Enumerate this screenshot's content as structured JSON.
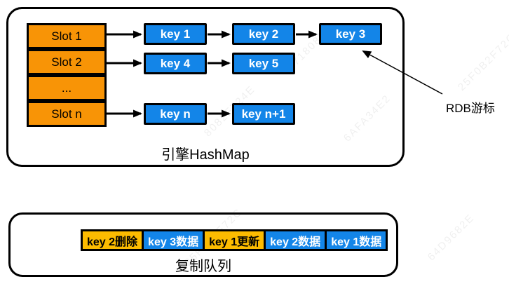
{
  "colors": {
    "slot_orange": "#F89406",
    "queue_amber": "#FCBB00",
    "key_blue": "#1385E8",
    "border_black": "#000000",
    "text_dark": "#000000",
    "text_light": "#FFFFFF"
  },
  "hashmap_box": {
    "label": "引擎HashMap",
    "slots": [
      {
        "label": "Slot 1"
      },
      {
        "label": "Slot 2"
      },
      {
        "label": "..."
      },
      {
        "label": "Slot n"
      }
    ],
    "rows": [
      {
        "keys": [
          "key 1",
          "key 2",
          "key 3"
        ]
      },
      {
        "keys": [
          "key 4",
          "key 5"
        ]
      },
      {
        "keys": [
          "key n",
          "key n+1"
        ]
      }
    ]
  },
  "rdb_pointer": {
    "label": "RDB游标"
  },
  "queue_box": {
    "label": "复制队列",
    "cells": [
      {
        "label": "key 2删除",
        "type": "op"
      },
      {
        "label": "key 3数据",
        "type": "data"
      },
      {
        "label": "key 1更新",
        "type": "op"
      },
      {
        "label": "key 2数据",
        "type": "data"
      },
      {
        "label": "key 1数据",
        "type": "data"
      }
    ]
  },
  "watermark": [
    "9718080F",
    "25F0B2F72C",
    "8082F724E",
    "64D9682E",
    "6AFA34E2",
    "2512BB96"
  ]
}
